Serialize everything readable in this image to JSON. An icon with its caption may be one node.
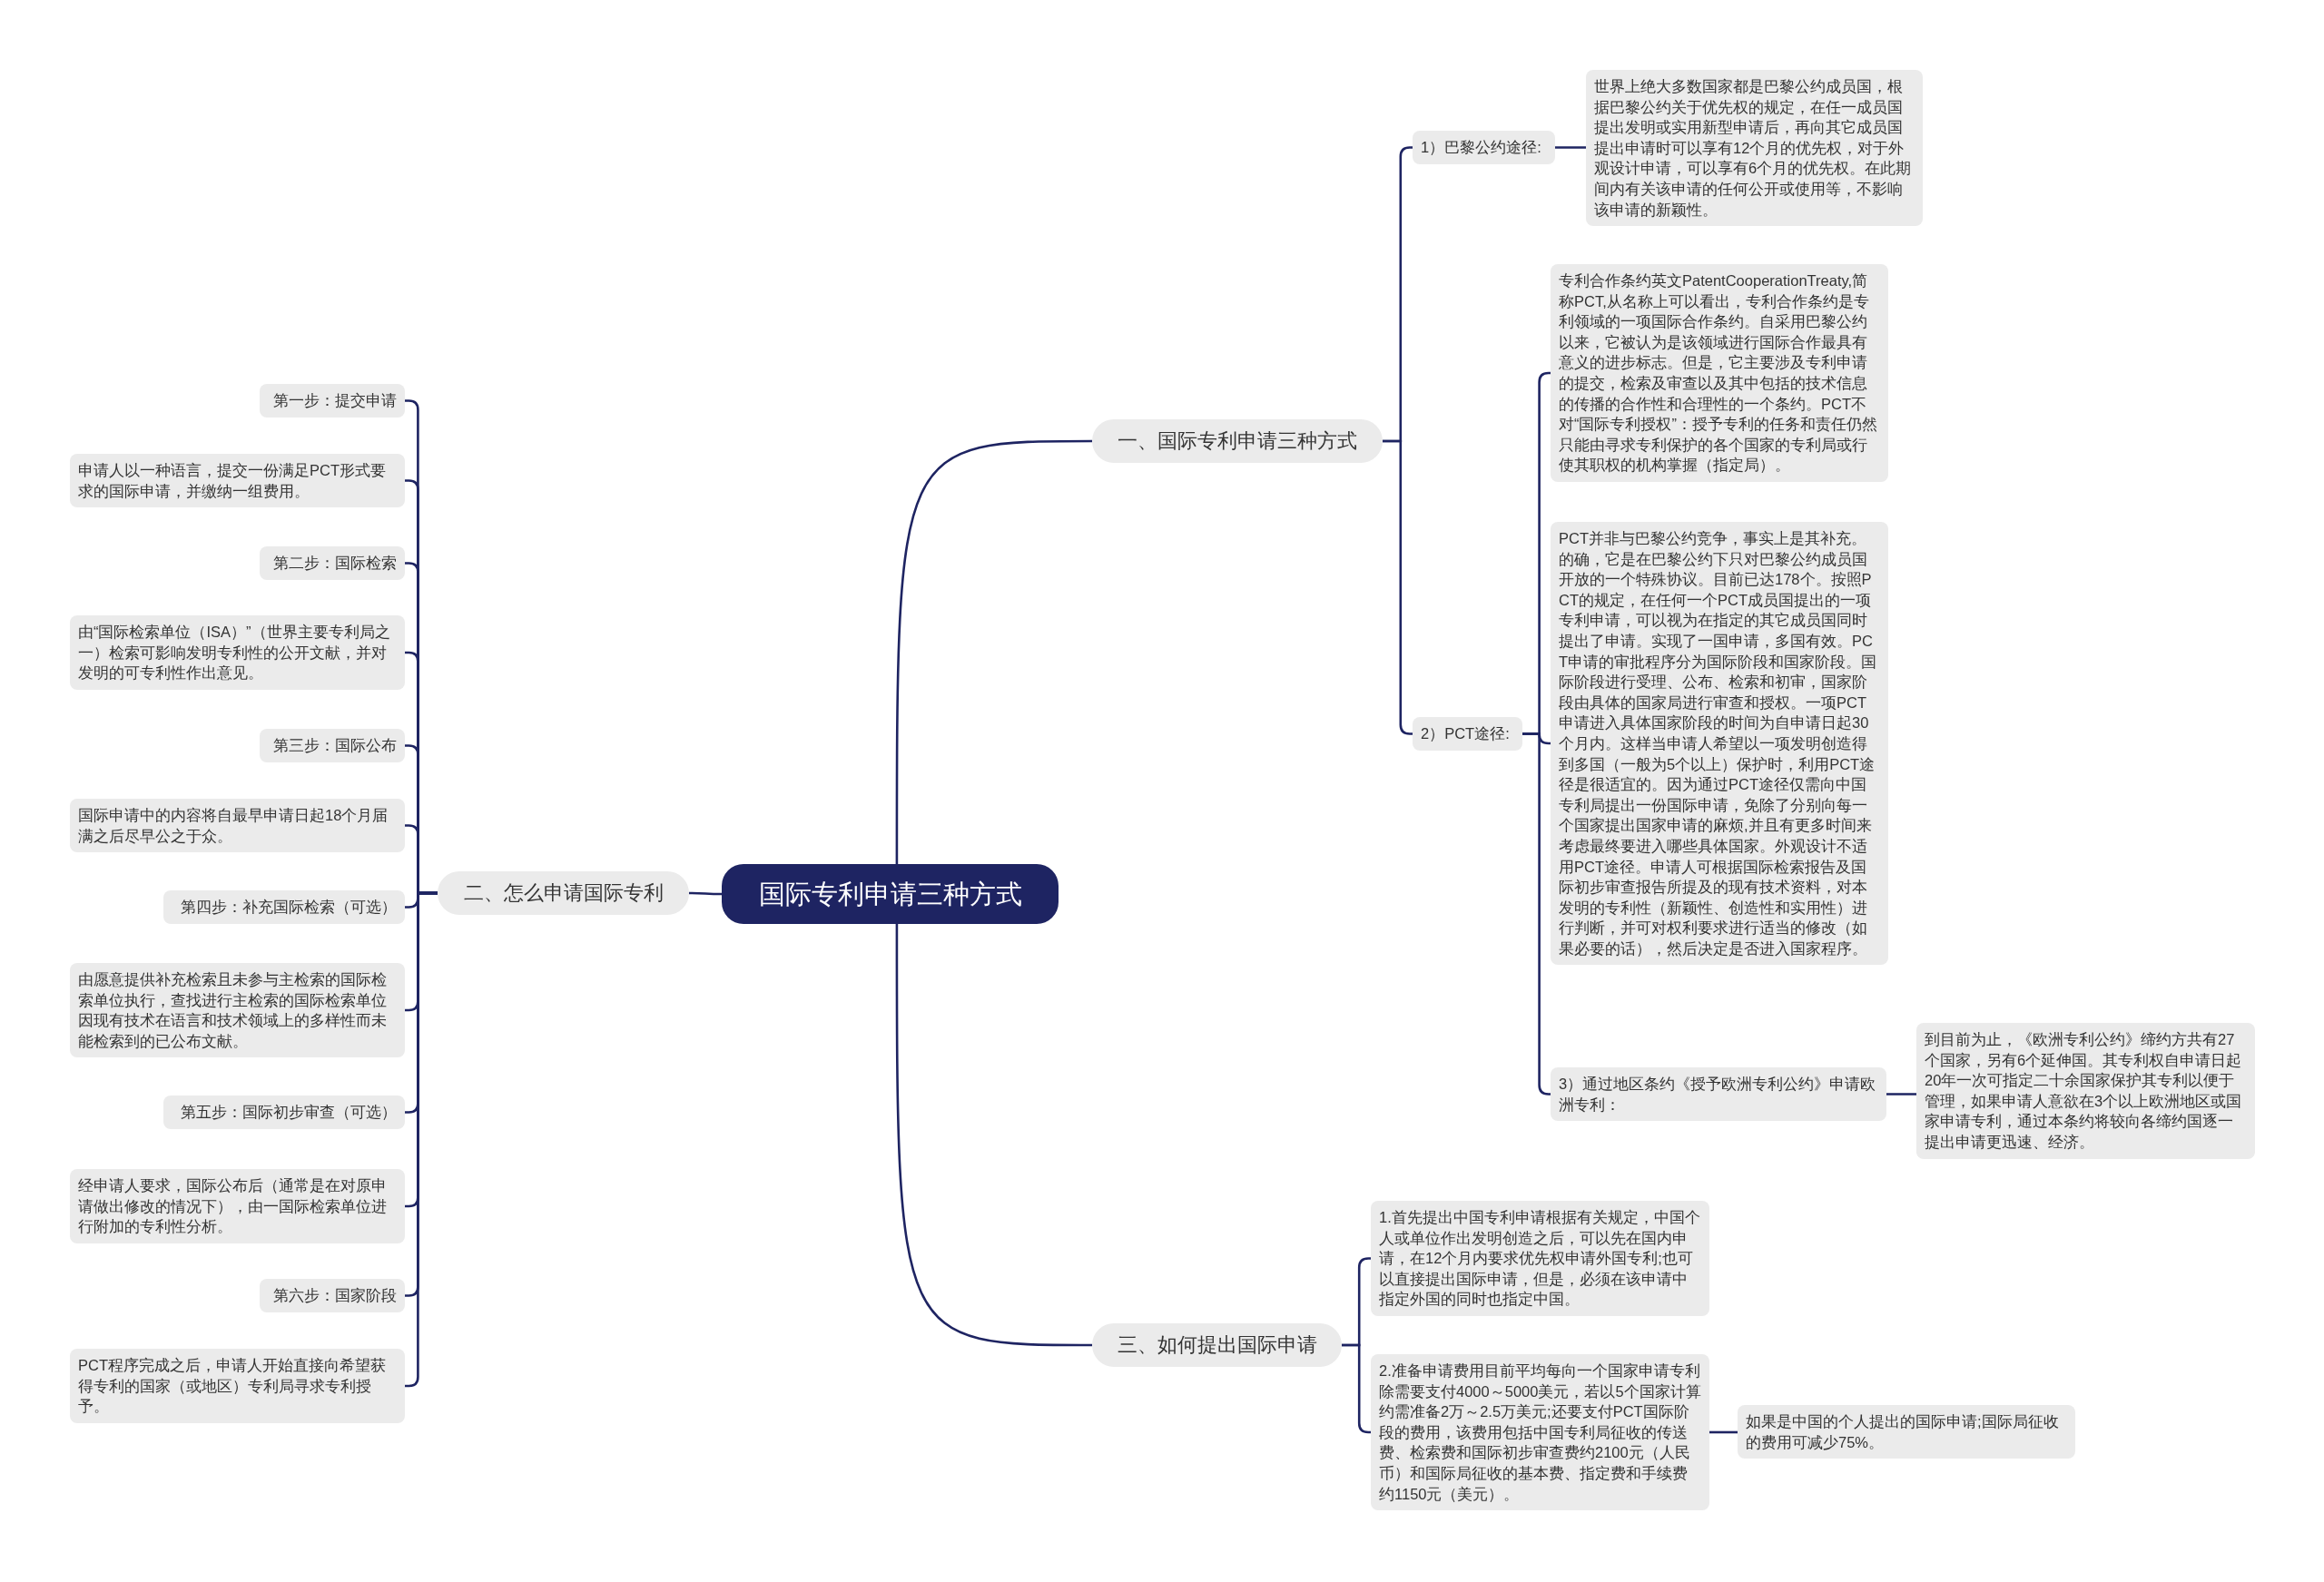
{
  "diagram": {
    "nodes": [
      {
        "text": [
          "国际专利申请三种方式"
        ]
      },
      {
        "text": [
          "一、国际专利申请三种方式"
        ]
      },
      {
        "text": [
          "1）巴黎公约途径:"
        ]
      },
      {
        "text": [
          "世界上绝大多数国家都是巴黎公约成员国，根据巴黎公约关于优先权的规定，在任一成员国提出发明或实用新型申请后，再向其它成员国提出申请时可以享有12个月的优先权，对于外观设计申请，可以享有6个月的优先权。在此期间内有关该申请的任何公开或使用等，不影响该申请的新颖性。"
        ]
      },
      {
        "text": [
          "2）PCT途径:"
        ]
      },
      {
        "text": [
          "专利合作条约英文PatentCooperationTreaty,简称PCT,从名称上可以看出，专利合作条约是专利领域的一项国际合作条约。自采用巴黎公约以来，它被认为是该领域进行国际合作最具有意义的进步标志。但是，它主要涉及专利申请的提交，检索及审查以及其中包括的技术信息的传播的合作性和合理性的一个条约。PCT不对“国际专利授权”：授予专利的任务和责任仍然只能由寻求专利保护的各个国家的专利局或行使其职权的机构掌握（指定局）。"
        ]
      },
      {
        "text": [
          "PCT并非与巴黎公约竞争，事实上是其补充。的确，它是在巴黎公约下只对巴黎公约成员国开放的一个特殊协议。目前已达178个。按照PCT的规定，在任何一个PCT成员国提出的一项专利申请，可以视为在指定的其它成员国同时提出了申请。实现了一国申请，多国有效。PCT申请的审批程序分为国际阶段和国家阶段。国际阶段进行受理、公布、检索和初审，国家阶段由具体的国家局进行审查和授权。一项PCT申请进入具体国家阶段的时间为自申请日起30个月内。这样当申请人希望以一项发明创造得到多国（一般为5个以上）保护时，利用PCT途径是很适宜的。因为通过PCT途径仅需向中国专利局提出一份国际申请，免除了分别向每一个国家提出国家申请的麻烦,并且有更多时间来考虑最终要进入哪些具体国家。外观设计不适用PCT途径。申请人可根据国际检索报告及国际初步审查报告所提及的现有技术资料，对本发明的专利性（新颖性、创造性和实用性）进行判断，并可对权利要求进行适当的修改（如果必要的话），然后决定是否进入国家程序。"
        ]
      },
      {
        "text": [
          "3）通过地区条约《授予欧洲专利公约》申请欧洲专利："
        ]
      },
      {
        "text": [
          "到目前为止，《欧洲专利公约》缔约方共有27个国家，另有6个延伸国。其专利权自申请日起20年一次可指定二十余国家保护其专利以便于管理，如果申请人意欲在3个以上欧洲地区或国家申请专利，通过本条约将较向各缔约国逐一提出申请更迅速、经济。"
        ]
      },
      {
        "text": [
          "三、如何提出国际申请"
        ]
      },
      {
        "text": [
          "1.首先提出中国专利申请根据有关规定，中国个人或单位作出发明创造之后，可以先在国内申请，在12个月内要求优先权申请外国专利;也可以直接提出国际申请，但是，必须在该申请中指定外国的同时也指定中国。"
        ]
      },
      {
        "text": [
          "2.准备申请费用目前平均每向一个国家申请专利除需要支付4000～5000美元，若以5个国家计算约需准备2万～2.5万美元;还要支付PCT国际阶段的费用，该费用包括中国专利局征收的传送费、检索费和国际初步审查费约2100元（人民币）和国际局征收的基本费、指定费和手续费约1150元（美元）。"
        ]
      },
      {
        "text": [
          "如果是中国的个人提出的国际申请;国际局征收的费用可减少75%。"
        ]
      },
      {
        "text": [
          "二、怎么申请国际专利"
        ]
      },
      {
        "text": [
          "第一步：提交申请"
        ]
      },
      {
        "text": [
          "申请人以一种语言，提交一份满足PCT形式要求的国际申请，并缴纳一组费用。"
        ]
      },
      {
        "text": [
          "第二步：国际检索"
        ]
      },
      {
        "text": [
          "由“国际检索单位（ISA）”（世界主要专利局之一）检索可影响发明专利性的公开文献，并对发明的可专利性作出意见。"
        ]
      },
      {
        "text": [
          "第三步：国际公布"
        ]
      },
      {
        "text": [
          "国际申请中的内容将自最早申请日起18个月届满之后尽早公之于众。"
        ]
      },
      {
        "text": [
          "第四步：补充国际检索（可选）"
        ]
      },
      {
        "text": [
          "由愿意提供补充检索且未参与主检索的国际检索单位执行，查找进行主检索的国际检索单位因现有技术在语言和技术领域上的多样性而未能检索到的已公布文献。"
        ]
      },
      {
        "text": [
          "第五步：国际初步审查（可选）"
        ]
      },
      {
        "text": [
          "经申请人要求，国际公布后（通常是在对原申请做出修改的情况下），由一国际检索单位进行附加的专利性分析。"
        ]
      },
      {
        "text": [
          "第六步：国家阶段"
        ]
      },
      {
        "text": [
          "PCT程序完成之后，申请人开始直接向希望获得专利的国家（或地区）专利局寻求专利授予。"
        ]
      }
    ],
    "edges": [
      {
        "from": 0,
        "to": 1,
        "arrow": "none"
      },
      {
        "from": 0,
        "to": 9,
        "arrow": "none"
      },
      {
        "from": 0,
        "to": 13,
        "arrow": "none"
      },
      {
        "from": 1,
        "to": 2,
        "arrow": "none"
      },
      {
        "from": 1,
        "to": 4,
        "arrow": "none"
      },
      {
        "from": 2,
        "to": 3,
        "arrow": "none"
      },
      {
        "from": 4,
        "to": 5,
        "arrow": "none"
      },
      {
        "from": 4,
        "to": 6,
        "arrow": "none"
      },
      {
        "from": 4,
        "to": 7,
        "arrow": "none"
      },
      {
        "from": 7,
        "to": 8,
        "arrow": "none"
      },
      {
        "from": 9,
        "to": 10,
        "arrow": "none"
      },
      {
        "from": 9,
        "to": 11,
        "arrow": "none"
      },
      {
        "from": 11,
        "to": 12,
        "arrow": "none"
      },
      {
        "from": 13,
        "to": 14,
        "arrow": "none"
      },
      {
        "from": 13,
        "to": 15,
        "arrow": "none"
      },
      {
        "from": 13,
        "to": 16,
        "arrow": "none"
      },
      {
        "from": 13,
        "to": 17,
        "arrow": "none"
      },
      {
        "from": 13,
        "to": 18,
        "arrow": "none"
      },
      {
        "from": 13,
        "to": 19,
        "arrow": "none"
      },
      {
        "from": 13,
        "to": 20,
        "arrow": "none"
      },
      {
        "from": 13,
        "to": 21,
        "arrow": "none"
      },
      {
        "from": 13,
        "to": 22,
        "arrow": "none"
      },
      {
        "from": 13,
        "to": 23,
        "arrow": "none"
      },
      {
        "from": 13,
        "to": 24,
        "arrow": "none"
      },
      {
        "from": 13,
        "to": 25,
        "arrow": "none"
      }
    ]
  }
}
